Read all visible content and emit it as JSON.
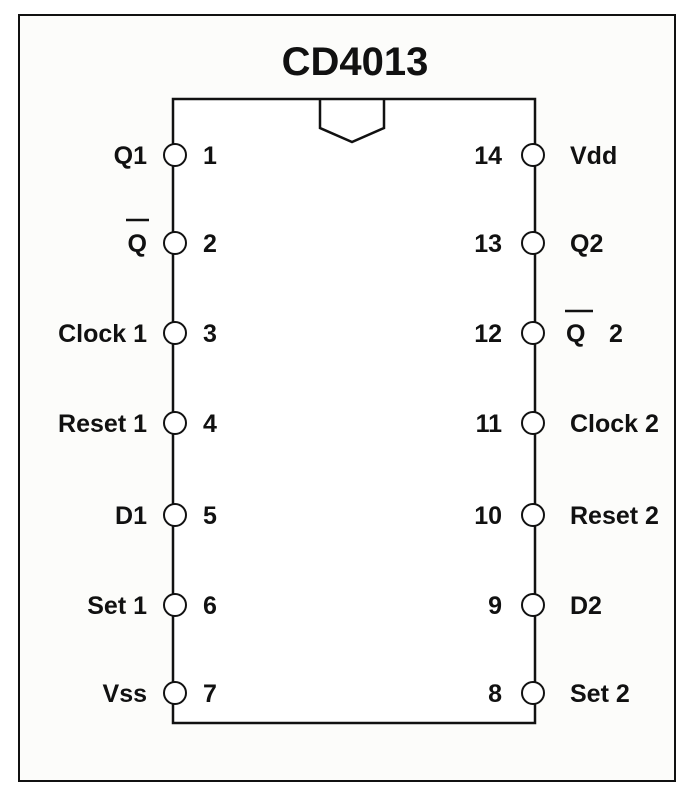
{
  "chip": {
    "title": "CD4013"
  },
  "pins": {
    "left": [
      {
        "number": "1",
        "label": "Q1",
        "overbar": false
      },
      {
        "number": "2",
        "label": "Q",
        "overbar": true
      },
      {
        "number": "3",
        "label": "Clock 1",
        "overbar": false
      },
      {
        "number": "4",
        "label": "Reset 1",
        "overbar": false
      },
      {
        "number": "5",
        "label": "D1",
        "overbar": false
      },
      {
        "number": "6",
        "label": "Set 1",
        "overbar": false
      },
      {
        "number": "7",
        "label": "Vss",
        "overbar": false
      }
    ],
    "right": [
      {
        "number": "14",
        "label": "Vdd",
        "overbar": false
      },
      {
        "number": "13",
        "label": "Q2",
        "overbar": false
      },
      {
        "number": "12",
        "label": "Q",
        "suffix": "2",
        "overbar": true
      },
      {
        "number": "11",
        "label": "Clock 2",
        "overbar": false
      },
      {
        "number": "10",
        "label": "Reset 2",
        "overbar": false
      },
      {
        "number": "9",
        "label": "D2",
        "overbar": false
      },
      {
        "number": "8",
        "label": "Set 2",
        "overbar": false
      }
    ]
  }
}
